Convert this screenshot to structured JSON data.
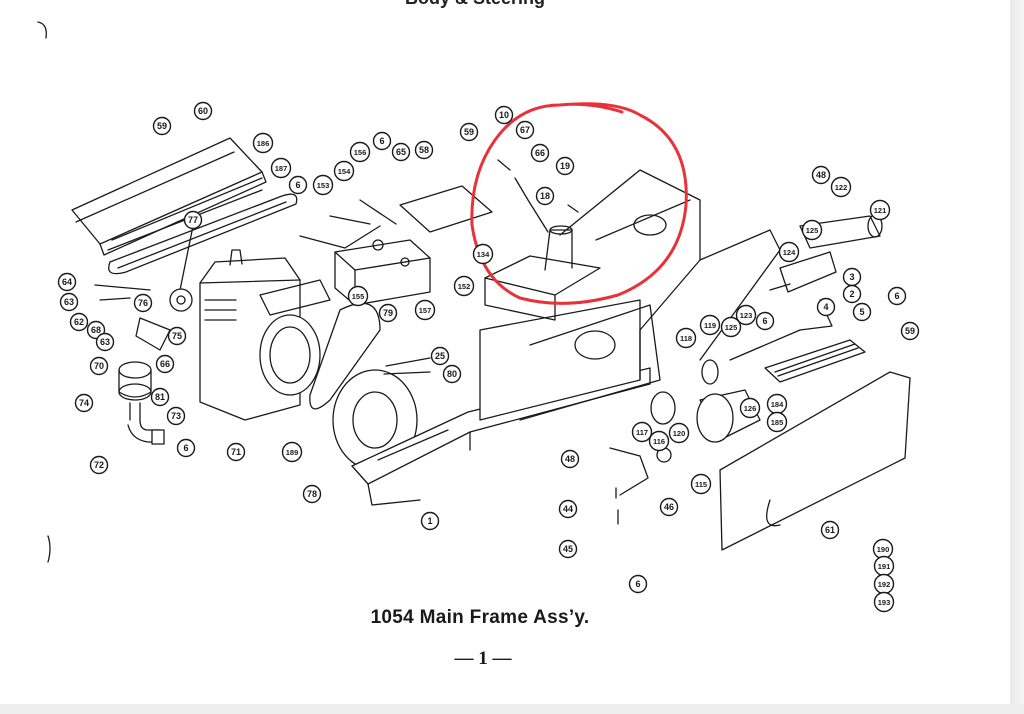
{
  "caption": {
    "title": "1054 Main Frame Ass’y.",
    "page_number": "— 1 —"
  },
  "header_fragment": "Body & Steering",
  "callouts": [
    "60",
    "59",
    "186",
    "187",
    "77",
    "64",
    "63",
    "62",
    "68",
    "63",
    "70",
    "76",
    "75",
    "66",
    "74",
    "73",
    "72",
    "81",
    "6",
    "71",
    "6",
    "153",
    "154",
    "156",
    "6",
    "65",
    "58",
    "59",
    "10",
    "67",
    "66",
    "19",
    "18",
    "134",
    "152",
    "155",
    "157",
    "79",
    "189",
    "25",
    "80",
    "78",
    "1",
    "48",
    "44",
    "45",
    "6",
    "117",
    "116",
    "46",
    "120",
    "115",
    "118",
    "119",
    "125",
    "123",
    "6",
    "126",
    "124",
    "125",
    "48",
    "122",
    "121",
    "3",
    "2",
    "5",
    "6",
    "59",
    "4",
    "184",
    "185",
    "61",
    "190",
    "191",
    "192",
    "193"
  ],
  "highlight": {
    "color": "#e8323b",
    "shape": "hand-drawn circle"
  },
  "colors": {
    "ink": "#1a1a1a",
    "paper": "#ffffff"
  }
}
